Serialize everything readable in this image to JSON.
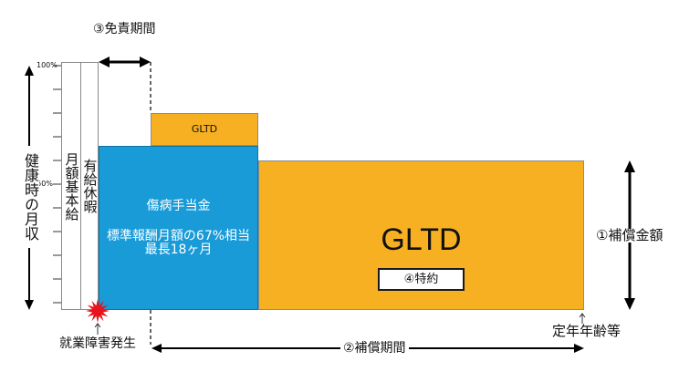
{
  "diagram": {
    "exemption_period": "③免責期間",
    "healthy_monthly_income": "健康時の月収",
    "axis_100": "100%",
    "axis_50": "50%",
    "monthly_base_salary": "月額基本給",
    "paid_leave": "有給休暇",
    "gltd_top": "GLTD",
    "sickness_allowance": {
      "title": "傷病手当金",
      "rate": "標準報酬月額の67%相当",
      "max": "最長18ヶ月"
    },
    "gltd_main": "GLTD",
    "special_rider": "④特約",
    "compensation_amount": "①補償金額",
    "disability_onset": "就業障害発生",
    "compensation_period": "②補償期間",
    "retirement_age": "定年年齢等"
  },
  "colors": {
    "gltd": "#f7b022",
    "sickness_allowance": "#199bd8",
    "onset_burst": "#e8131b",
    "arrows": "#000000"
  }
}
